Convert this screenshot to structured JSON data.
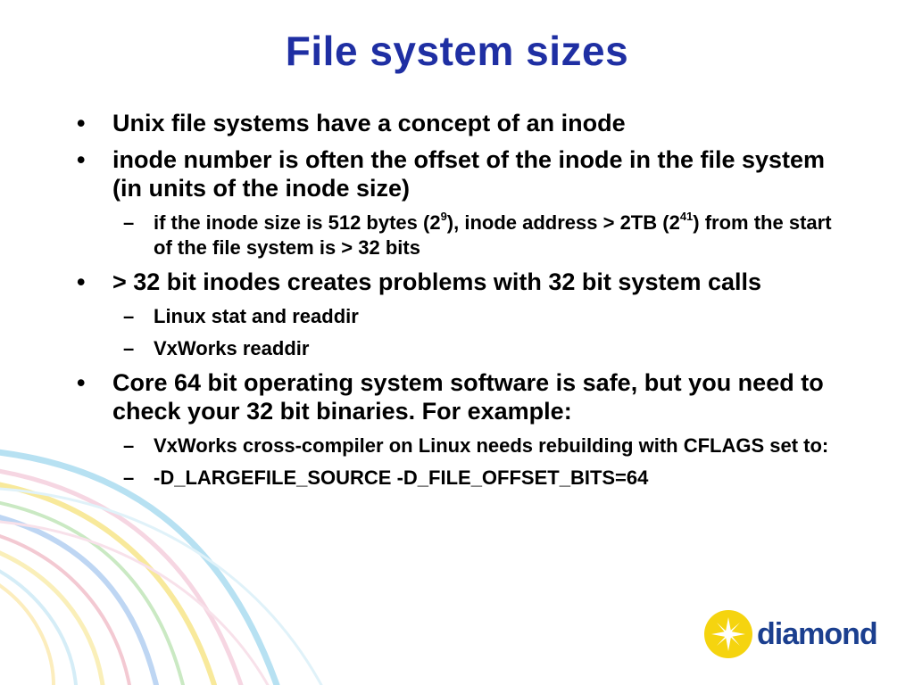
{
  "title": "File system sizes",
  "bullets": [
    {
      "marker": "•",
      "text": "Unix file systems have a concept of an inode"
    },
    {
      "marker": "•",
      "text": "inode number is often the offset of the inode in the file system (in units of the inode size)"
    },
    {
      "marker": "–",
      "part1": "if the inode size is 512 bytes (2",
      "sup1": "9",
      "part2": "), inode address > 2TB (2",
      "sup2": "41",
      "part3": ") from the start of the file system is > 32 bits"
    },
    {
      "marker": "•",
      "text": "> 32 bit inodes creates problems with 32 bit system calls"
    },
    {
      "marker": "–",
      "text": "Linux stat and readdir"
    },
    {
      "marker": "–",
      "text": "VxWorks readdir"
    },
    {
      "marker": "•",
      "text": "Core 64 bit operating system software is safe, but you need to check your 32 bit binaries. For example:"
    },
    {
      "marker": "–",
      "text": "VxWorks cross-compiler on Linux needs rebuilding with CFLAGS set to:"
    },
    {
      "marker": "–",
      "text": "-D_LARGEFILE_SOURCE -D_FILE_OFFSET_BITS=64"
    }
  ],
  "logo": {
    "text": "diamond",
    "text_color": "#1b3f8f",
    "sun_color": "#f5d40f",
    "icon": "sunburst-icon"
  },
  "colors": {
    "title": "#1f2fa3",
    "body_text": "#000000",
    "background": "#ffffff"
  }
}
